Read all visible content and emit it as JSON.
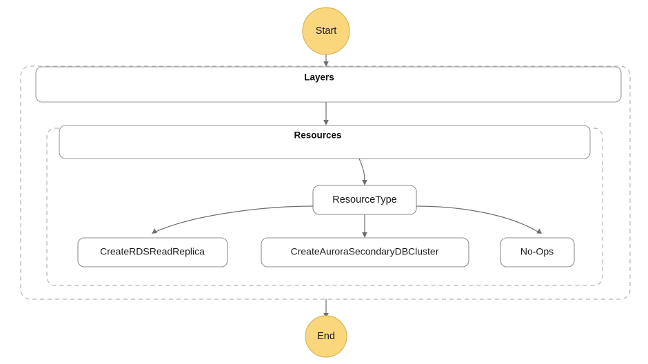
{
  "diagram": {
    "title": "Layers / Resources workflow",
    "background": "#ffffff",
    "terminal_fill": "#fad77d",
    "terminal_stroke": "#d6b656",
    "box_stroke": "#8d8d8d",
    "container_stroke": "#b3b3b3",
    "edge_color": "#6e6e6e"
  },
  "nodes": {
    "start": {
      "label": "Start"
    },
    "end": {
      "label": "End"
    },
    "layers_group": {
      "label": "Layers"
    },
    "resources_group": {
      "label": "Resources"
    },
    "resource_type": {
      "label": "ResourceType"
    },
    "branch_1": {
      "label": "CreateRDSReadReplica"
    },
    "branch_2": {
      "label": "CreateAuroraSecondaryDBCluster"
    },
    "branch_3": {
      "label": "No-Ops"
    }
  },
  "edges": [
    {
      "from": "start",
      "to": "layers_group"
    },
    {
      "from": "layers_group",
      "to": "resources_group"
    },
    {
      "from": "resources_group",
      "to": "resource_type"
    },
    {
      "from": "resource_type",
      "to": "branch_1"
    },
    {
      "from": "resource_type",
      "to": "branch_2"
    },
    {
      "from": "resource_type",
      "to": "branch_3"
    },
    {
      "from": "layers_group",
      "to": "end"
    }
  ]
}
